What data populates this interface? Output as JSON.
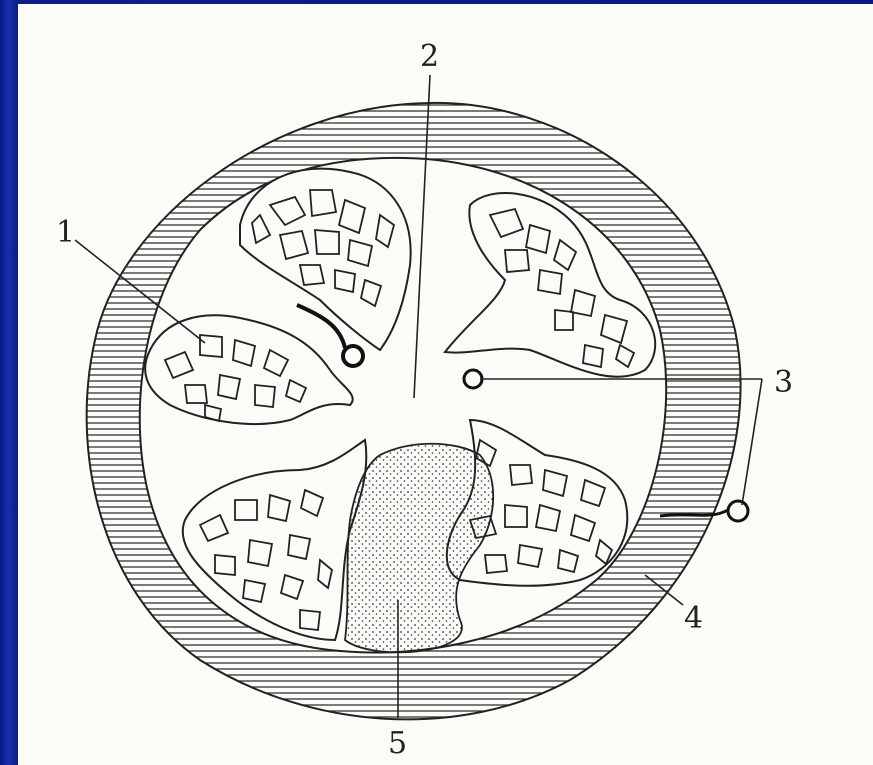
{
  "labels": {
    "l1": "1",
    "l2": "2",
    "l3": "3",
    "l4": "4",
    "l5": "5"
  },
  "colors": {
    "frame": "#0a1e86",
    "paper": "#fbfbf8",
    "ink": "#222222"
  }
}
